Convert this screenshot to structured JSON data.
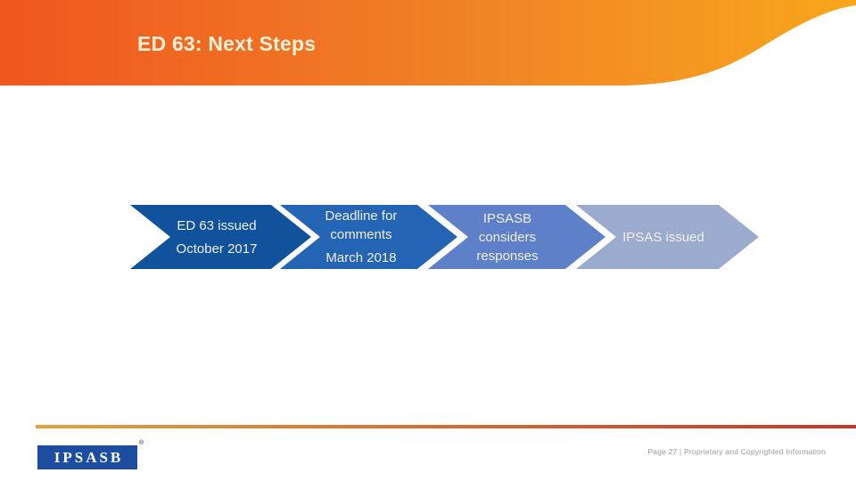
{
  "header": {
    "title": "ED 63: Next Steps",
    "title_color": "#f7f1d8",
    "gradient": [
      "#f0561f",
      "#f08326",
      "#f9a61c"
    ]
  },
  "process": {
    "steps": [
      {
        "lines": [
          "ED 63 issued",
          "October 2017"
        ],
        "color": "#11529c",
        "text_color": "#f0eedd"
      },
      {
        "lines": [
          "Deadline for",
          "comments",
          "March 2018"
        ],
        "color": "#2464b4",
        "text_color": "#f0eedd"
      },
      {
        "lines": [
          "IPSASB",
          "considers",
          "responses"
        ],
        "color": "#5d80c8",
        "text_color": "#f0eedd"
      },
      {
        "lines": [
          "IPSAS issued"
        ],
        "color": "#9babce",
        "text_color": "#f2f1e6"
      }
    ]
  },
  "footer": {
    "rule_gradient": [
      "#e2a33d",
      "#c13a28"
    ],
    "logo_text": "IPSASB",
    "logo_color": "#1c4da0",
    "registered_mark": "®",
    "page_info": "Page 27 | Proprietary and Copyrighted Information"
  }
}
